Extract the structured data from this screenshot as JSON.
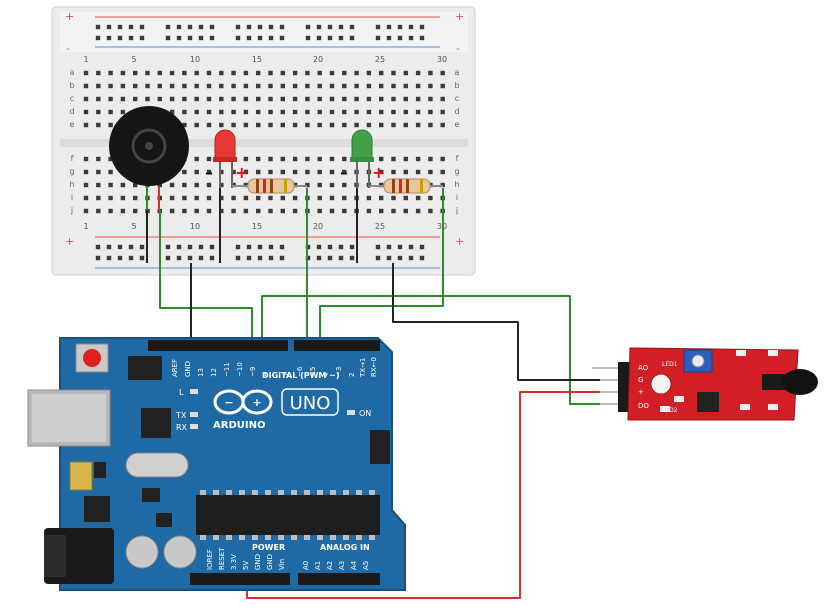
{
  "breadboard": {
    "column_numbers": [
      "1",
      "5",
      "10",
      "15",
      "20",
      "25",
      "30"
    ],
    "row_letters_top": [
      "a",
      "b",
      "c",
      "d",
      "e"
    ],
    "row_letters_bottom": [
      "f",
      "g",
      "h",
      "i",
      "j"
    ],
    "rail_plus": "+",
    "rail_minus": "-",
    "led_red_color": "#e53935",
    "led_green_color": "#43a047",
    "polarity_minus": "–",
    "polarity_plus": "+"
  },
  "arduino": {
    "brand": "ARDUINO",
    "model": "UNO",
    "digital_label": "DIGITAL (PWM ~)",
    "power_label": "POWER",
    "analog_label": "ANALOG IN",
    "led_labels": [
      "L",
      "TX",
      "RX"
    ],
    "on_label": "ON",
    "top_header_labels": [
      "AREF",
      "GND",
      "13",
      "12",
      "~11",
      "~10",
      "~9",
      "8",
      "7",
      "~6",
      "~5",
      "4",
      "~3",
      "2",
      "TX→1",
      "RX←0"
    ],
    "power_pin_labels": [
      "IOREF",
      "RESET",
      "3.3V",
      "5V",
      "GND",
      "GND",
      "Vin"
    ],
    "analog_pin_labels": [
      "A0",
      "A1",
      "A2",
      "A3",
      "A4",
      "A5"
    ],
    "board_color": "#1f6aa5"
  },
  "sensor": {
    "pin_labels": [
      "AO",
      "G",
      "+",
      "DO"
    ],
    "board_text_1": "LED1",
    "board_text_2": "LED2",
    "board_color": "#d21f26"
  },
  "wires": {
    "green": "#2e8b2e",
    "black": "#222222",
    "red": "#d9302c"
  }
}
